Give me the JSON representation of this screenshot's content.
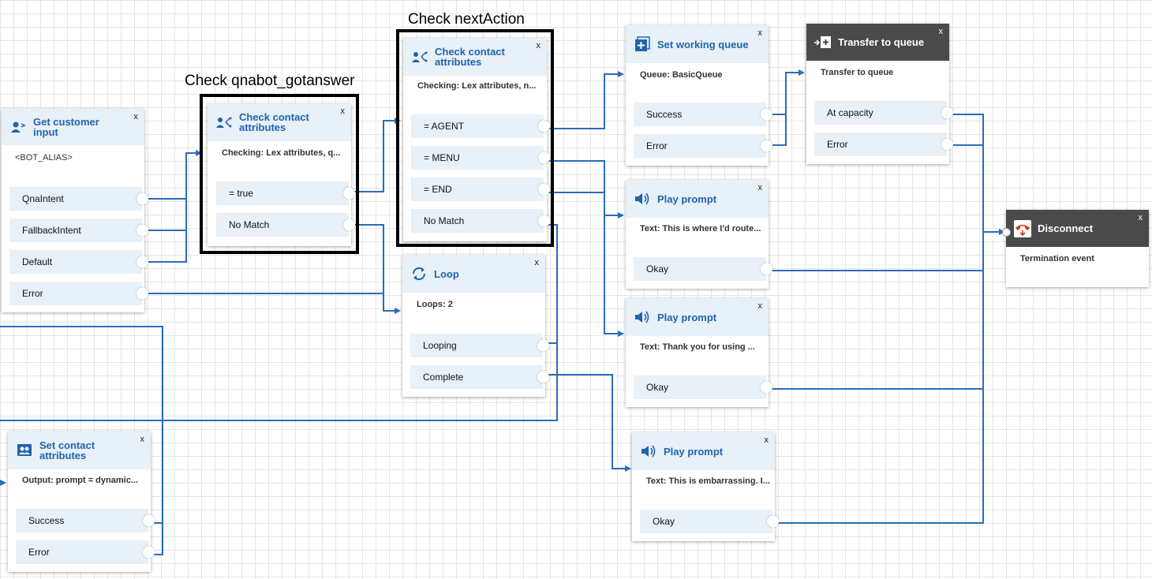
{
  "annotations": {
    "qnabot": "Check qnabot_gotanswer",
    "next_action": "Check nextAction"
  },
  "colors": {
    "wire": "#2c6cb8",
    "title": "#1f64ad",
    "header_bg": "#e8f0f8",
    "dark_header": "#4a4a4a",
    "disconnect_red": "#d13212"
  },
  "blocks": {
    "get_input": {
      "title": "Get customer input",
      "close": "x",
      "icon": "user-input-icon",
      "desc": "<BOT_ALIAS>",
      "branches": [
        "QnaIntent",
        "FallbackIntent",
        "Default",
        "Error"
      ]
    },
    "check_qnabot": {
      "title_1": "Check contact",
      "title_2": "attributes",
      "close": "x",
      "icon": "check-attributes-icon",
      "desc": "Checking: Lex attributes, q...",
      "branches": [
        "= true",
        "No Match"
      ]
    },
    "check_next": {
      "title_1": "Check contact",
      "title_2": "attributes",
      "close": "x",
      "icon": "check-attributes-icon",
      "desc": "Checking: Lex attributes, n...",
      "branches": [
        "= AGENT",
        "= MENU",
        "= END",
        "No Match"
      ]
    },
    "loop": {
      "title": "Loop",
      "close": "x",
      "icon": "loop-icon",
      "desc": "Loops: 2",
      "branches": [
        "Looping",
        "Complete"
      ]
    },
    "set_queue": {
      "title": "Set working queue",
      "close": "x",
      "icon": "set-queue-icon",
      "desc": "Queue: BasicQueue",
      "branches": [
        "Success",
        "Error"
      ]
    },
    "transfer": {
      "title": "Transfer to queue",
      "close": "x",
      "icon": "transfer-icon",
      "desc": "Transfer to queue",
      "branches": [
        "At capacity",
        "Error"
      ]
    },
    "prompt_1": {
      "title": "Play prompt",
      "close": "x",
      "icon": "speaker-icon",
      "desc": "Text: This is where I'd route...",
      "branches": [
        "Okay"
      ]
    },
    "prompt_2": {
      "title": "Play prompt",
      "close": "x",
      "icon": "speaker-icon",
      "desc": "Text: Thank you for using ...",
      "branches": [
        "Okay"
      ]
    },
    "prompt_3": {
      "title": "Play prompt",
      "close": "x",
      "icon": "speaker-icon",
      "desc": "Text: This is embarrassing. I...",
      "branches": [
        "Okay"
      ]
    },
    "disconnect": {
      "title": "Disconnect",
      "close": "x",
      "icon": "hangup-icon",
      "desc": "Termination event"
    },
    "set_attrs": {
      "title_1": "Set contact",
      "title_2": "attributes",
      "close": "x",
      "icon": "set-attributes-icon",
      "desc": "Output: prompt = dynamic...",
      "branches": [
        "Success",
        "Error"
      ]
    }
  }
}
